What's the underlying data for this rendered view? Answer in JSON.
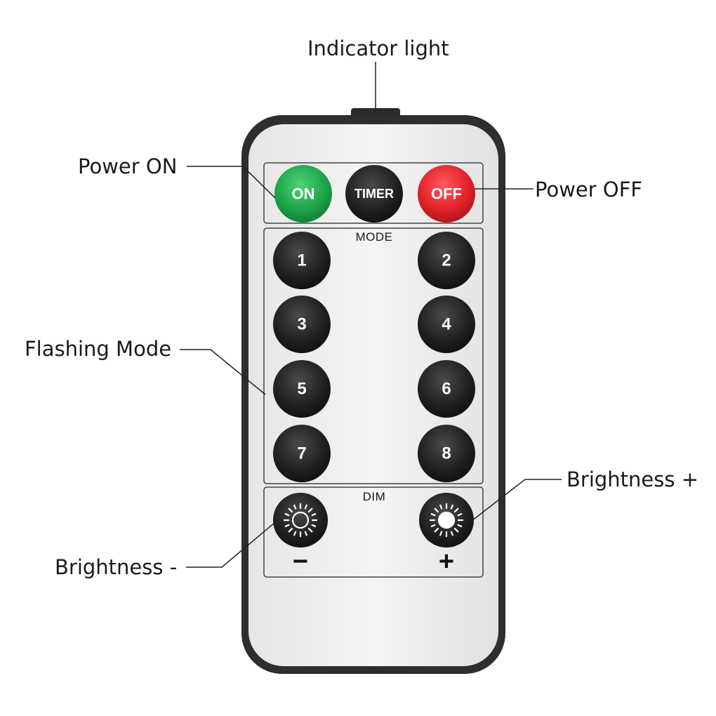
{
  "callouts": {
    "indicator": "Indicator light",
    "power_on": "Power ON",
    "power_off": "Power OFF",
    "flashing_mode": "Flashing Mode",
    "brightness_plus": "Brightness +",
    "brightness_minus": "Brightness -"
  },
  "remote": {
    "top_row": {
      "on_label": "ON",
      "timer_label": "TIMER",
      "off_label": "OFF"
    },
    "mode": {
      "section_label": "MODE",
      "buttons": [
        "1",
        "2",
        "3",
        "4",
        "5",
        "6",
        "7",
        "8"
      ]
    },
    "dim": {
      "section_label": "DIM",
      "minus_sign": "−",
      "plus_sign": "+"
    }
  },
  "colors": {
    "on_button": "#1ea64a",
    "off_button": "#e3242b",
    "dark_button": "#1e1e1e",
    "remote_body": "#efefef",
    "remote_frame": "#333333"
  }
}
